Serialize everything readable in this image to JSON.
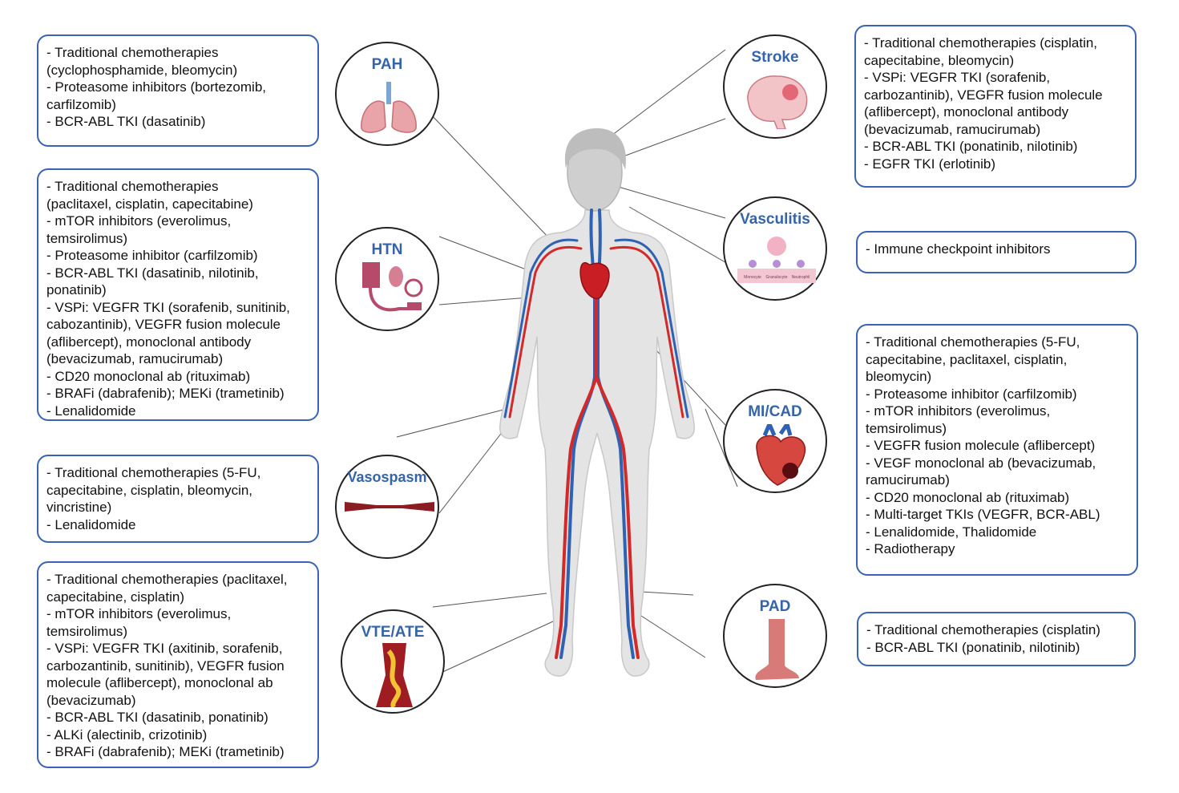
{
  "conditions": {
    "pah": "PAH",
    "htn": "HTN",
    "vasospasm": "Vasospasm",
    "vte": "VTE/ATE",
    "stroke": "Stroke",
    "vasculitis": "Vasculitis",
    "mi": "MI/CAD",
    "pad": "PAD"
  },
  "vasculitis_icon_labels": [
    "Monocyte",
    "Granulocyte",
    "Neutrophil"
  ],
  "boxes": {
    "pah": [
      "- Traditional chemotherapies",
      "(cyclophosphamide, bleomycin)",
      "- Proteasome inhibitors  (bortezomib,",
      "carfilzomib)",
      "- BCR-ABL TKI (dasatinib)"
    ],
    "htn": [
      "- Traditional chemotherapies",
      "(paclitaxel, cisplatin, capecitabine)",
      "- mTOR inhibitors (everolimus,",
      "temsirolimus)",
      "- Proteasome inhibitor (carfilzomib)",
      "- BCR-ABL TKI (dasatinib, nilotinib,",
      "ponatinib)",
      "- VSPi: VEGFR TKI (sorafenib, sunitinib,",
      "cabozantinib), VEGFR fusion molecule",
      "(aflibercept), monoclonal antibody",
      "(bevacizumab, ramucirumab)",
      "- CD20 monoclonal ab (rituximab)",
      "- BRAFi (dabrafenib); MEKi (trametinib)",
      "- Lenalidomide"
    ],
    "vasospasm": [
      "- Traditional chemotherapies (5-FU,",
      "capecitabine, cisplatin, bleomycin,",
      "vincristine)",
      "- Lenalidomide"
    ],
    "vte": [
      "- Traditional chemotherapies (paclitaxel,",
      "capecitabine, cisplatin)",
      "- mTOR inhibitors (everolimus,",
      "temsirolimus)",
      "- VSPi: VEGFR TKI (axitinib, sorafenib,",
      "carbozantinib, sunitinib), VEGFR fusion",
      "molecule (aflibercept), monoclonal ab",
      "(bevacizumab)",
      "- BCR-ABL TKI (dasatinib, ponatinib)",
      "- ALKi (alectinib, crizotinib)",
      "- BRAFi (dabrafenib); MEKi (trametinib)"
    ],
    "stroke": [
      "- Traditional chemotherapies (cisplatin,",
      "capecitabine, bleomycin)",
      "- VSPi: VEGFR TKI (sorafenib,",
      "carbozantinib), VEGFR fusion molecule",
      "(aflibercept), monoclonal antibody",
      "(bevacizumab, ramucirumab)",
      "- BCR-ABL TKI (ponatinib, nilotinib)",
      "- EGFR TKI (erlotinib)"
    ],
    "vasculitis": [
      "- Immune checkpoint inhibitors"
    ],
    "mi": [
      "- Traditional chemotherapies (5-FU,",
      "capecitabine, paclitaxel, cisplatin,",
      "bleomycin)",
      "- Proteasome inhibitor (carfilzomib)",
      "- mTOR inhibitors (everolimus,",
      "temsirolimus)",
      "- VEGFR fusion molecule (aflibercept)",
      "- VEGF monoclonal ab (bevacizumab,",
      "ramucirumab)",
      "- CD20 monoclonal ab (rituximab)",
      "- Multi-target TKIs (VEGFR, BCR-ABL)",
      "- Lenalidomide, Thalidomide",
      "- Radiotherapy"
    ],
    "pad": [
      "- Traditional chemotherapies (cisplatin)",
      "- BCR-ABL TKI (ponatinib, nilotinib)"
    ]
  },
  "colors": {
    "box_border": "#3b63b0",
    "label": "#3564ab",
    "artery": "#d22a2a",
    "vein": "#2f62b3",
    "skin": "#e4e4e4"
  }
}
